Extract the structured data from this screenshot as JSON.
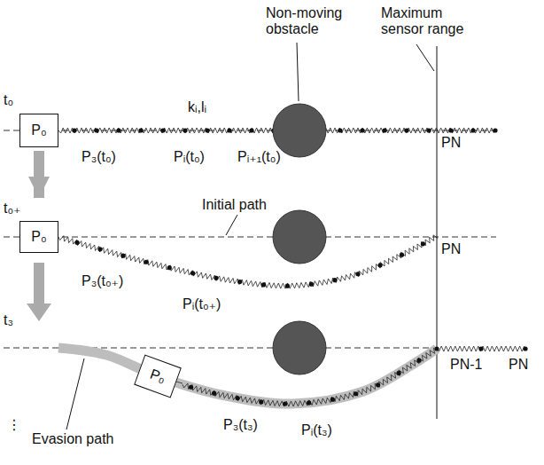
{
  "diagram": {
    "nodes": [
      {
        "text": [
          "P₀"
        ]
      },
      {
        "text": [
          "P₀"
        ]
      },
      {
        "text": [
          "P₀"
        ]
      }
    ],
    "edges": [
      {
        "from": 0,
        "to": 1,
        "arrow": "to"
      }
    ],
    "labels": [
      "Non-moving obstacle",
      "Maximum sensor range",
      "t₀",
      "kᵢ,lᵢ",
      "P₃(t₀)",
      "Pᵢ(t₀)",
      "Pᵢ₊₁(t₀)",
      "PN",
      "t₀₊",
      "Initial path",
      "PN",
      "P₃(t₀₊)",
      "Pᵢ(t₀₊)",
      "t₃",
      "PN-1",
      "PN",
      "Evasion path",
      "P₃(t₃)",
      "Pᵢ(t₃)",
      "⋮"
    ]
  }
}
